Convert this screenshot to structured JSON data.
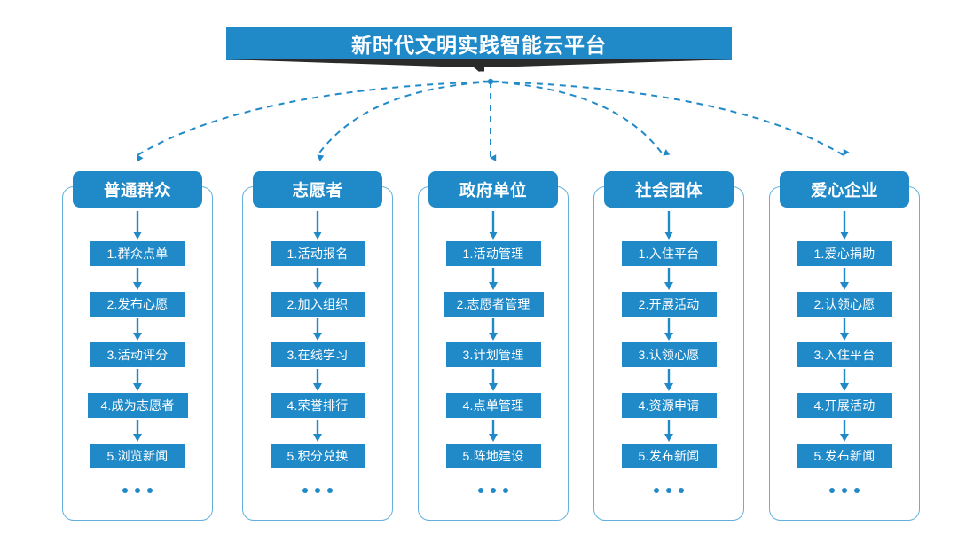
{
  "title": {
    "text": "新时代文明实践智能云平台"
  },
  "colors": {
    "primary_blue": "#2089c8",
    "frame_border": "#64b0dd",
    "banner_dark": "#2b2b2b",
    "text_on_blue": "#ffffff",
    "background": "#ffffff"
  },
  "dots_label": "...",
  "columns": [
    {
      "header": "普通群众",
      "items": [
        "1.群众点单",
        "2.发布心愿",
        "3.活动评分",
        "4.成为志愿者",
        "5.浏览新闻"
      ]
    },
    {
      "header": "志愿者",
      "items": [
        "1.活动报名",
        "2.加入组织",
        "3.在线学习",
        "4.荣誉排行",
        "5.积分兑换"
      ]
    },
    {
      "header": "政府单位",
      "items": [
        "1.活动管理",
        "2.志愿者管理",
        "3.计划管理",
        "4.点单管理",
        "5.阵地建设"
      ]
    },
    {
      "header": "社会团体",
      "items": [
        "1.入住平台",
        "2.开展活动",
        "3.认领心愿",
        "4.资源申请",
        "5.发布新闻"
      ]
    },
    {
      "header": "爱心企业",
      "items": [
        "1.爱心捐助",
        "2.认领心愿",
        "3.入住平台",
        "4.开展活动",
        "5.发布新闻"
      ]
    }
  ]
}
